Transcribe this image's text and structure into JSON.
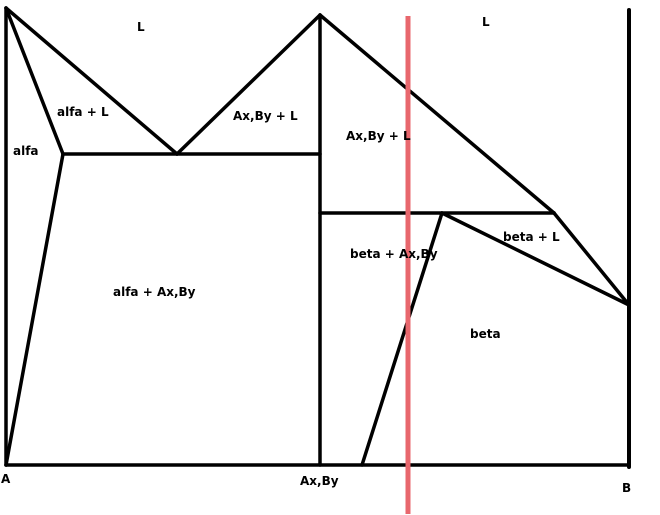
{
  "regions": {
    "liquid_left": "L",
    "liquid_right": "L",
    "alfa": "alfa",
    "alfa_plus_liquid": "alfa + L",
    "compound_plus_liquid_left": "Ax,By + L",
    "compound_plus_liquid_right": "Ax,By + L",
    "alfa_plus_compound": "alfa + Ax,By",
    "beta_plus_compound": "beta + Ax,By",
    "beta_plus_liquid": "beta + L",
    "beta": "beta"
  },
  "axis": {
    "left_label": "A",
    "middle_label": "Ax,By",
    "right_label": "B"
  },
  "colors": {
    "lines": "#000000",
    "composition_marker": "#e8676d"
  }
}
